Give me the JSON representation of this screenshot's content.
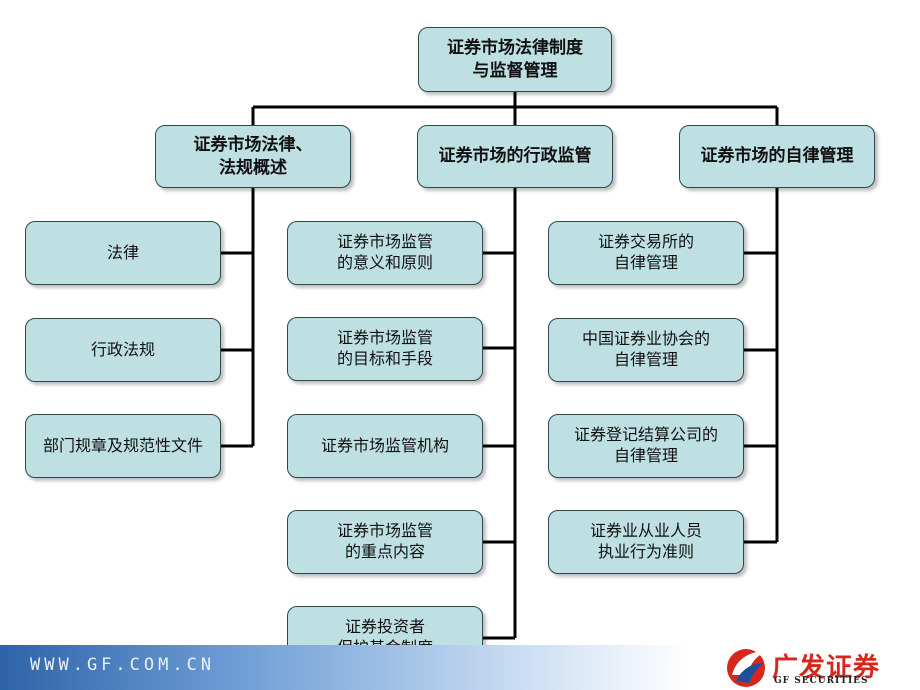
{
  "root": "证券市场法律制度\n与监督管理",
  "branches": {
    "law": {
      "title": "证券市场法律、\n法规概述",
      "items": [
        "法律",
        "行政法规",
        "部门规章及规范性文件"
      ]
    },
    "admin": {
      "title": "证券市场的行政监管",
      "items": [
        "证券市场监管\n的意义和原则",
        "证券市场监管\n的目标和手段",
        "证券市场监管机构",
        "证券市场监管\n的重点内容",
        "证券投资者\n保护基金制度"
      ]
    },
    "self": {
      "title": "证券市场的自律管理",
      "items": [
        "证券交易所的\n自律管理",
        "中国证券业协会的\n自律管理",
        "证券登记结算公司的\n自律管理",
        "证券业从业人员\n执业行为准则"
      ]
    }
  },
  "footer": {
    "url": "WWW.GF.COM.CN",
    "logo_name": "广发证券",
    "logo_sub": "GF SECURITIES",
    "logo_icon": "gf-flame-logo-icon"
  },
  "colors": {
    "node_fill": "#bfe0e3",
    "node_border": "#2a4a4e",
    "line": "#000000",
    "brand_red": "#d9261c"
  }
}
